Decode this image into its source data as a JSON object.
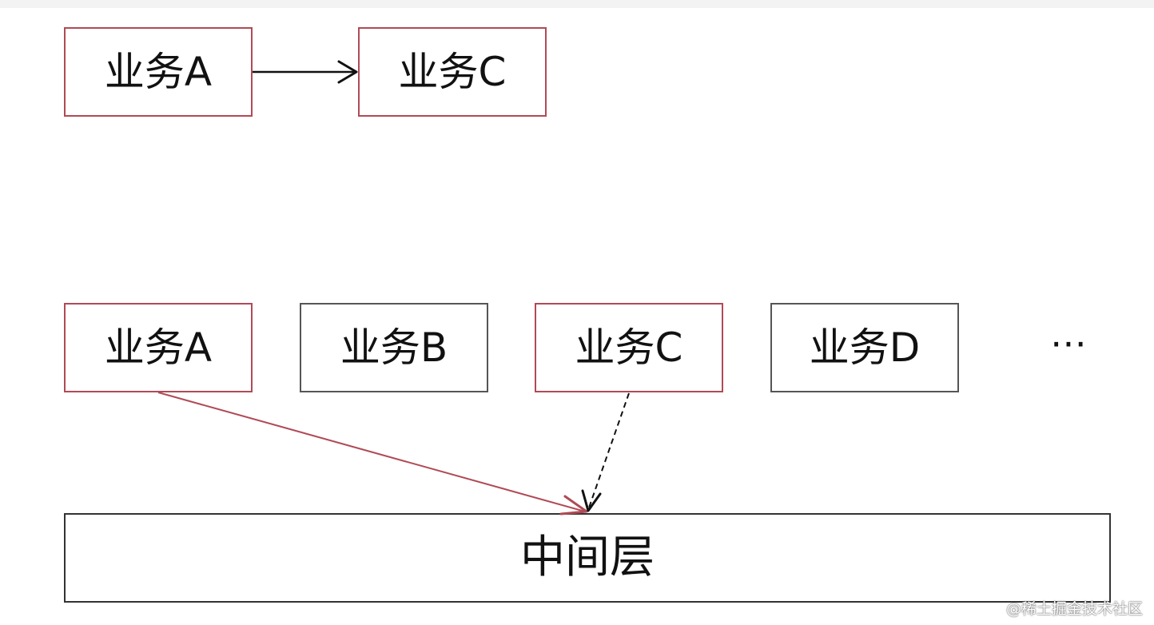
{
  "diagram": {
    "top_row": {
      "box_a": "业务A",
      "box_c": "业务C"
    },
    "bottom_row": {
      "box_a": "业务A",
      "box_b": "业务B",
      "box_c": "业务C",
      "box_d": "业务D",
      "more": "⋯"
    },
    "middle_layer": "中间层"
  },
  "colors": {
    "highlight_border": "#b04a55",
    "normal_border": "#555555",
    "highlight_arrow": "#b04a55",
    "dashed_arrow": "#111111"
  },
  "watermark": "@稀土掘金技术社区"
}
